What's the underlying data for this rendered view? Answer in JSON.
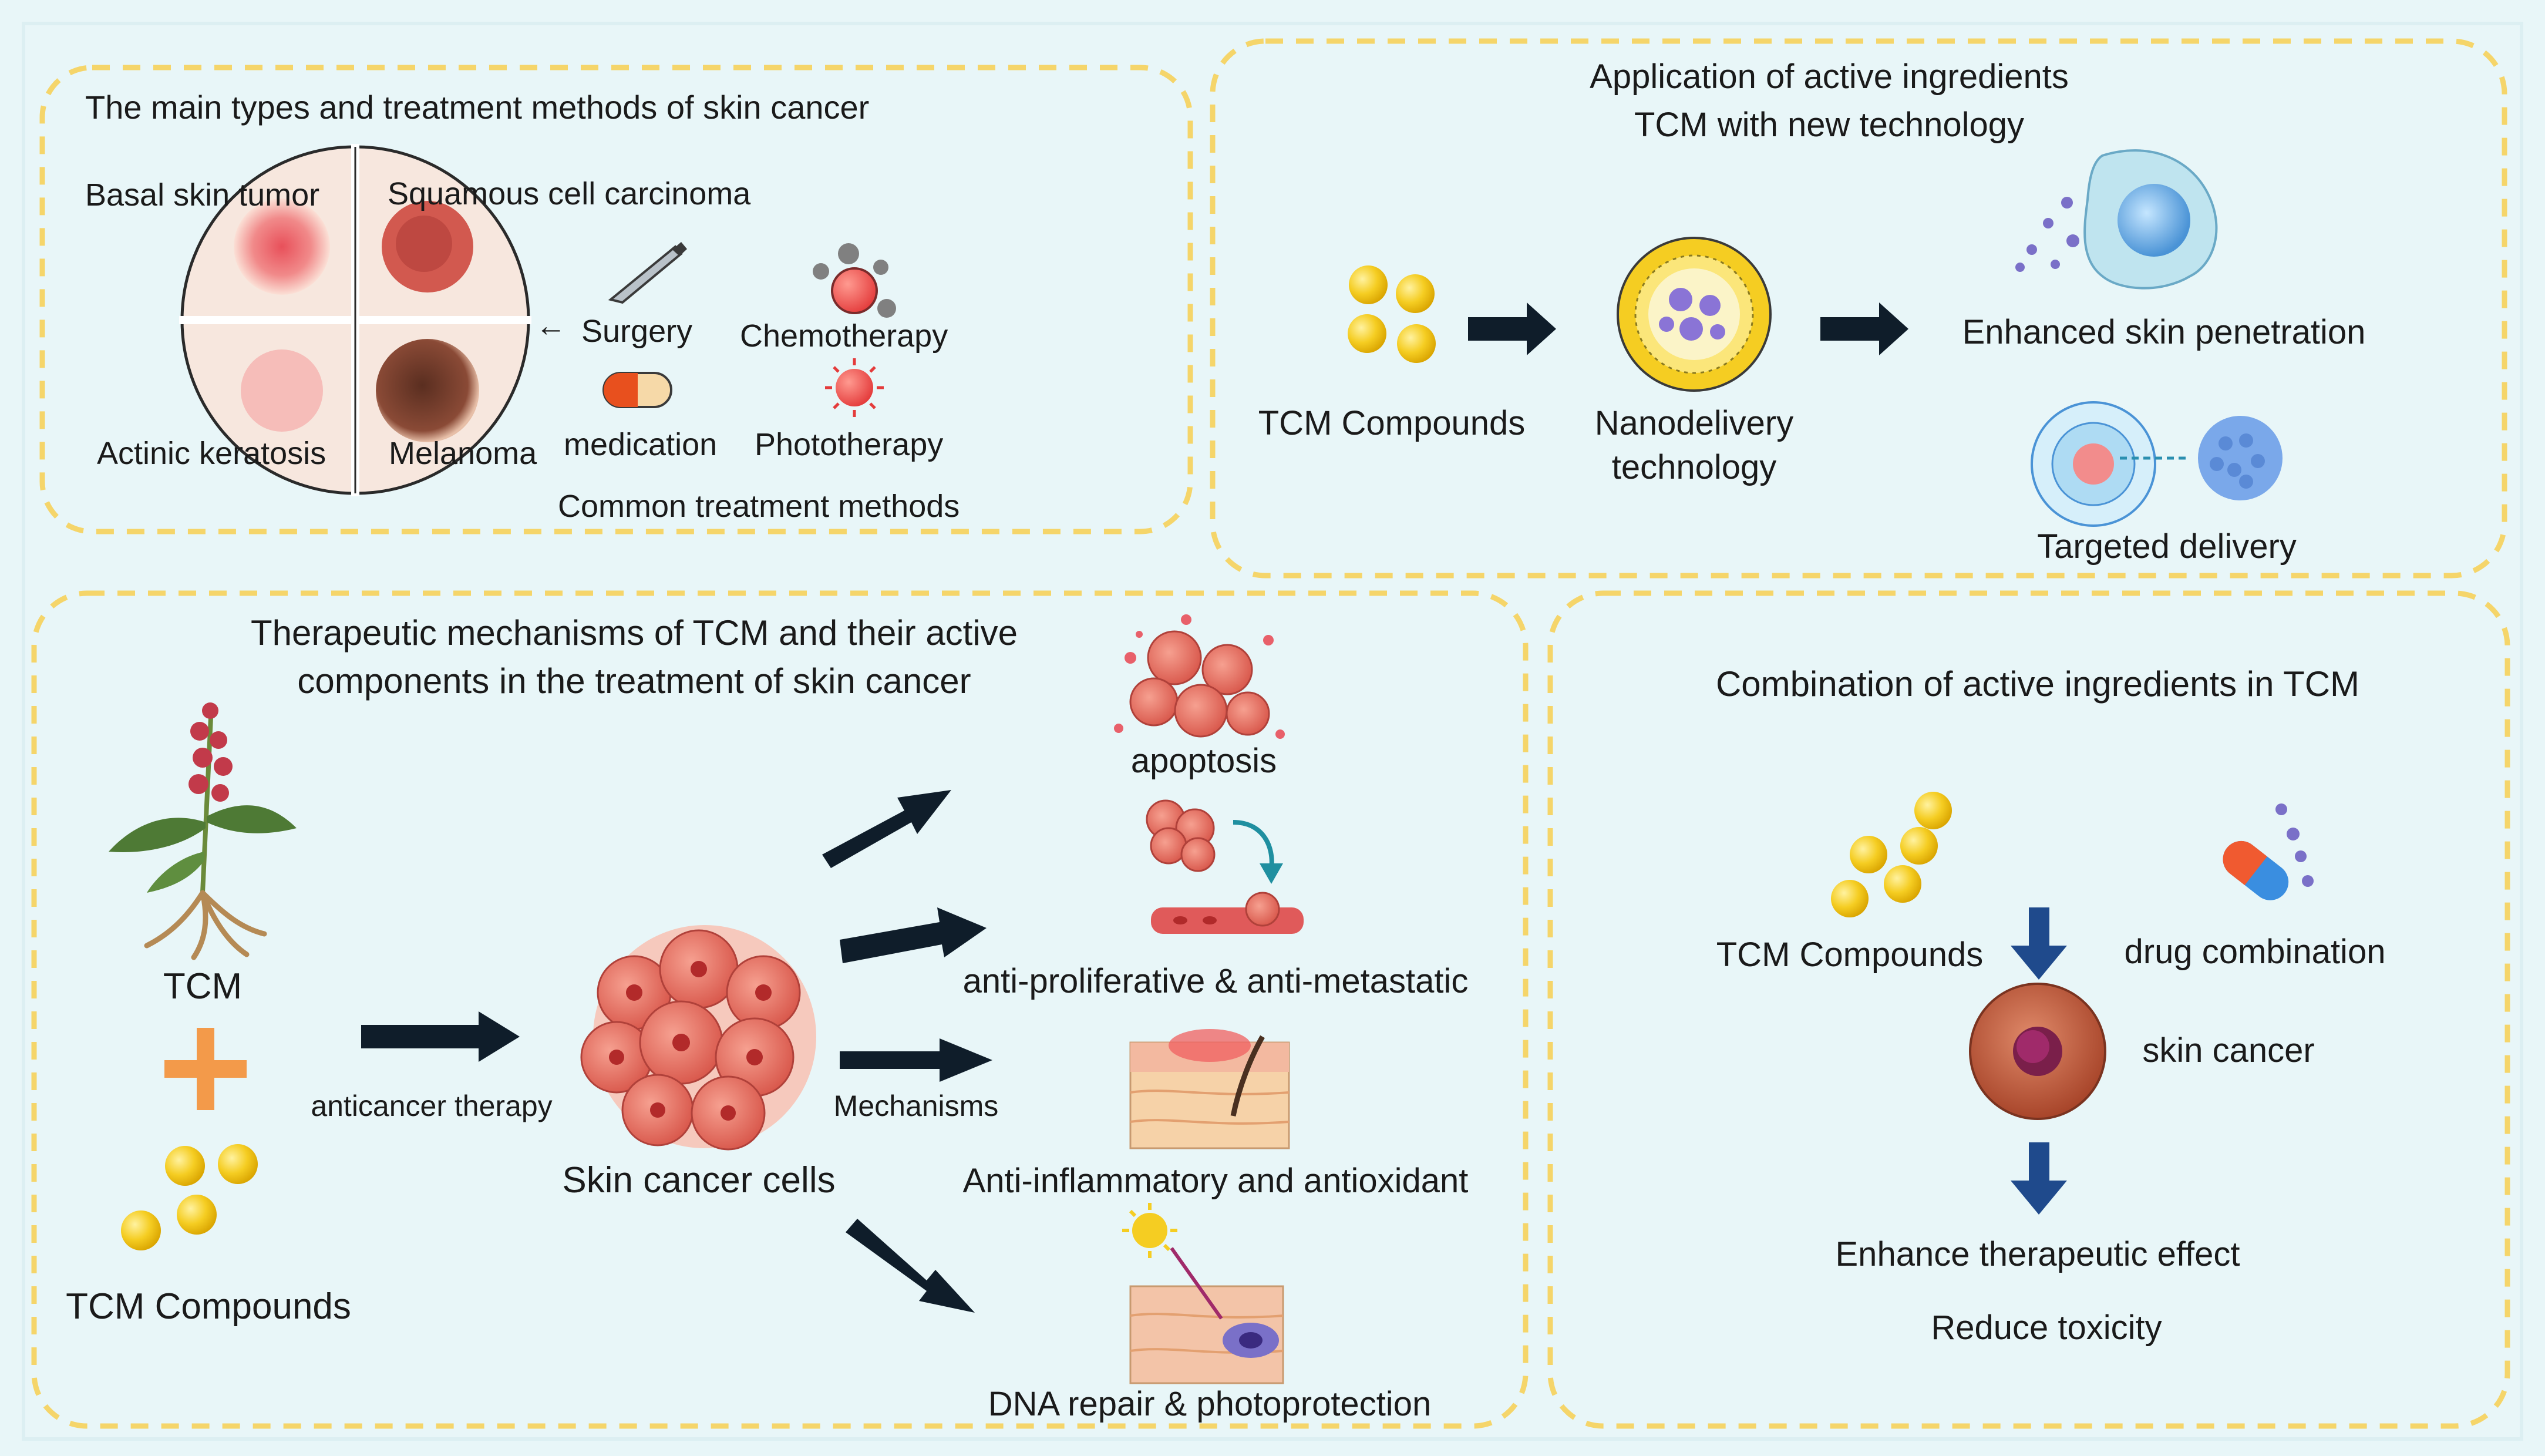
{
  "colors": {
    "background": "#e8f6f8",
    "panel_border": "#f5d56a",
    "arrow_dark": "#0f1d2a",
    "arrow_blue": "#1f4a8c",
    "plus_orange": "#f39a4a",
    "compound_yellow": "#f5cd22"
  },
  "panel_skin_cancer_types": {
    "title": "The main types and treatment methods of skin cancer",
    "types": [
      "Basal skin tumor",
      "Squamous cell carcinoma",
      "Actinic keratosis",
      "Melanoma"
    ],
    "treatments": [
      "Surgery",
      "Chemotherapy",
      "medication",
      "Phototherapy"
    ],
    "caption": "Common treatment methods",
    "icons": [
      "scalpel-icon",
      "chemo-droplets-icon",
      "pill-capsule-icon",
      "light-burst-icon"
    ]
  },
  "panel_new_technology": {
    "title_line1": "Application of active ingredients",
    "title_line2": "TCM with new technology",
    "compounds_label": "TCM Compounds",
    "nano_label_line1": "Nanodelivery",
    "nano_label_line2": "technology",
    "penetration_label": "Enhanced skin penetration",
    "targeted_label": "Targeted delivery"
  },
  "panel_mechanisms": {
    "title_line1": "Therapeutic mechanisms of TCM and their active",
    "title_line2": "components in the treatment of skin cancer",
    "tcm_label": "TCM",
    "compounds_label": "TCM Compounds",
    "therapy_label": "anticancer therapy",
    "cells_label": "Skin cancer cells",
    "mechanisms_label": "Mechanisms",
    "outcomes": [
      "apoptosis",
      "anti-proliferative & anti-metastatic",
      "Anti-inflammatory and antioxidant",
      "DNA repair & photoprotection"
    ]
  },
  "panel_combination": {
    "title": "Combination of active ingredients in TCM",
    "compounds_label": "TCM Compounds",
    "drug_label": "drug combination",
    "cancer_label": "skin cancer",
    "effect_label": "Enhance therapeutic effect",
    "toxicity_label": "Reduce toxicity"
  }
}
